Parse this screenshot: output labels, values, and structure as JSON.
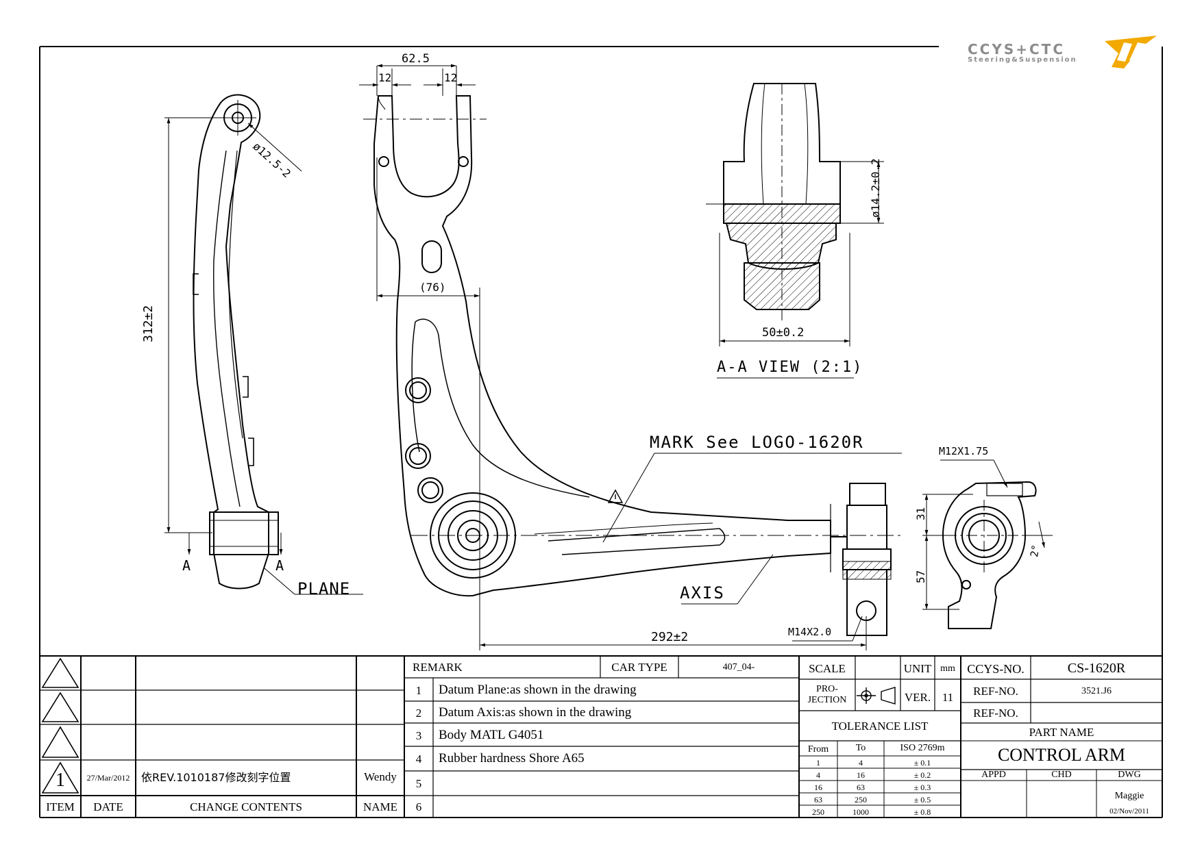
{
  "logo": {
    "name": "CCYS+CTC",
    "tagline": "Steering&Suspension",
    "colors": {
      "text": "#8c8c8c",
      "mark": "#f2a900"
    }
  },
  "views": {
    "side": {
      "dim_diameter": "ø12.5-2",
      "dim_height": "312±2",
      "section_mark_left": "A",
      "section_mark_right": "A",
      "plane_label": "PLANE"
    },
    "top": {
      "dim_width": "62.5",
      "dim_slot_left": "12",
      "dim_slot_right": "12",
      "dim_offset": "(76)",
      "mark_note": "MARK See LOGO-1620R",
      "axis_label": "AXIS",
      "dim_length": "292±2",
      "thread_top": "M12X1.75",
      "thread_bottom": "M14X2.0",
      "dim_31": "31",
      "dim_57": "57",
      "dim_angle": "2°"
    },
    "section": {
      "dim_dia": "ø14.2±0.2",
      "dim_width": "50±0.2",
      "title": "A-A VIEW (2:1)"
    }
  },
  "revision_table": {
    "rows": [
      {
        "item": "",
        "date": "",
        "contents": "",
        "name": ""
      },
      {
        "item": "",
        "date": "",
        "contents": "",
        "name": ""
      },
      {
        "item": "",
        "date": "",
        "contents": "",
        "name": ""
      },
      {
        "item": "1",
        "date": "27/Mar/2012",
        "contents": "依REV.1010187修改刻字位置",
        "name": "Wendy"
      }
    ],
    "headers": {
      "item": "ITEM",
      "date": "DATE",
      "contents": "CHANGE CONTENTS",
      "name": "NAME"
    }
  },
  "remarks": {
    "header": "REMARK",
    "car_type_label": "CAR TYPE",
    "car_type": "407_04-",
    "items": [
      {
        "no": "1",
        "text": "Datum Plane:as shown in the drawing"
      },
      {
        "no": "2",
        "text": "Datum Axis:as shown in the drawing"
      },
      {
        "no": "3",
        "text": "Body MATL G4051"
      },
      {
        "no": "4",
        "text": "Rubber hardness Shore A65"
      },
      {
        "no": "5",
        "text": ""
      },
      {
        "no": "6",
        "text": ""
      }
    ]
  },
  "title_block": {
    "scale_label": "SCALE",
    "scale_value": "",
    "unit_label": "UNIT",
    "unit_value": "mm",
    "projection_label_1": "PRO-",
    "projection_label_2": "JECTION",
    "ver_label": "VER.",
    "ver_value": "11",
    "tolerance_title": "TOLERANCE LIST",
    "tolerance_headers": {
      "from": "From",
      "to": "To",
      "std": "ISO 2769m"
    },
    "tolerance_rows": [
      {
        "from": "1",
        "to": "4",
        "tol": "± 0.1"
      },
      {
        "from": "4",
        "to": "16",
        "tol": "± 0.2"
      },
      {
        "from": "16",
        "to": "63",
        "tol": "± 0.3"
      },
      {
        "from": "63",
        "to": "250",
        "tol": "± 0.5"
      },
      {
        "from": "250",
        "to": "1000",
        "tol": "± 0.8"
      }
    ],
    "ccys_no_label": "CCYS-NO.",
    "ccys_no": "CS-1620R",
    "ref_no_label": "REF-NO.",
    "ref_no": "3521.J6",
    "ref_no2_label": "REF-NO.",
    "ref_no2": "",
    "part_name_label": "PART NAME",
    "part_name": "CONTROL ARM",
    "appd_label": "APPD",
    "chd_label": "CHD",
    "dwg_label": "DWG",
    "dwg_name": "Maggie",
    "dwg_date": "02/Nov/2011"
  }
}
